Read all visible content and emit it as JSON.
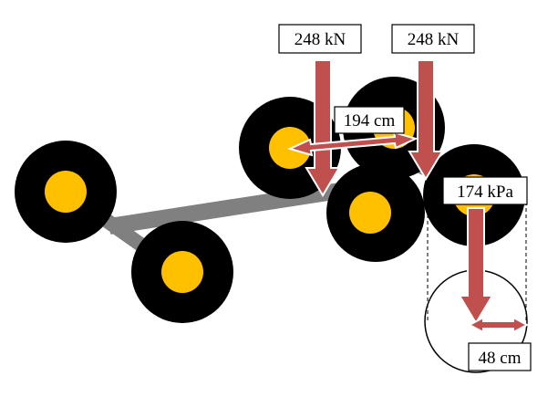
{
  "labels": {
    "load_left": "248 kN",
    "load_right": "248 kN",
    "wheel_spacing": "194 cm",
    "contact_pressure": "174 kPa",
    "contact_diameter": "48 cm"
  },
  "colors": {
    "tire": "#000000",
    "hub": "#ffc000",
    "axle": "#808080",
    "arrow_fill": "#c0504d",
    "arrow_stroke": "#ffffff",
    "label_border": "#000000",
    "label_background": "#ffffff"
  }
}
